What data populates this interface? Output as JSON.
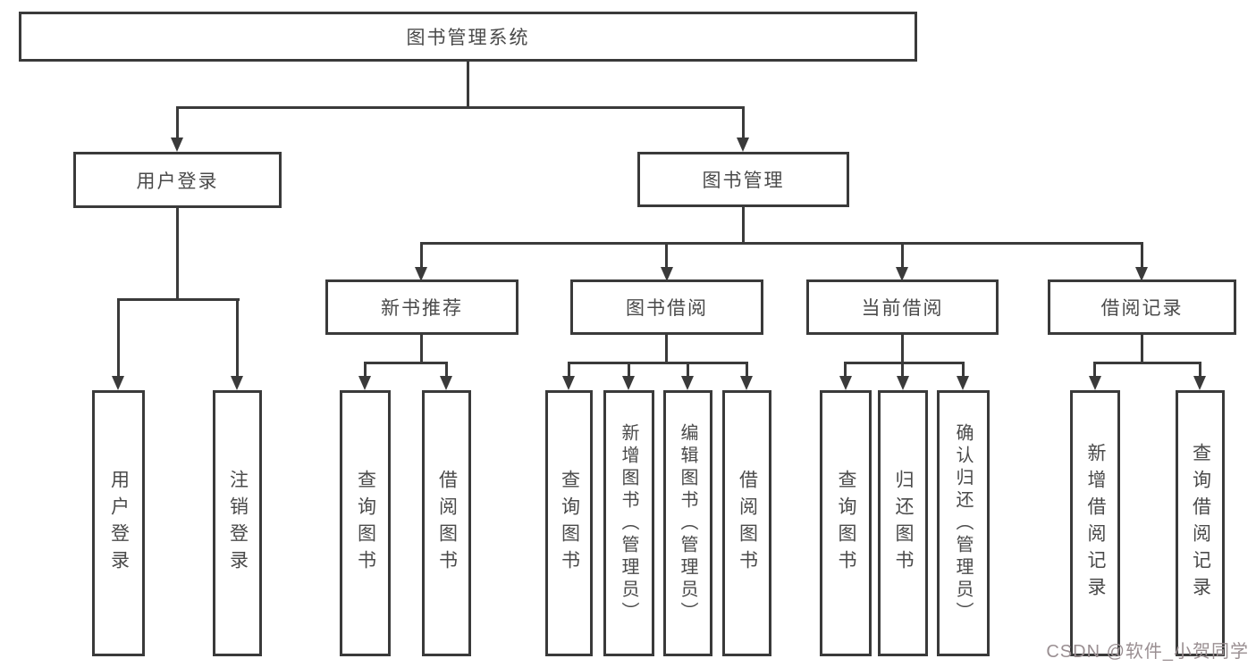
{
  "tree": {
    "root": {
      "label": "图书管理系统",
      "children": [
        {
          "label": "用户登录",
          "children": [
            {
              "label": "用户登录"
            },
            {
              "label": "注销登录"
            }
          ]
        },
        {
          "label": "图书管理",
          "children": [
            {
              "label": "新书推荐",
              "children": [
                {
                  "label": "查询图书"
                },
                {
                  "label": "借阅图书"
                }
              ]
            },
            {
              "label": "图书借阅",
              "children": [
                {
                  "label": "查询图书"
                },
                {
                  "label": "新增图书（管理员）"
                },
                {
                  "label": "编辑图书（管理员）"
                },
                {
                  "label": "借阅图书"
                }
              ]
            },
            {
              "label": "当前借阅",
              "children": [
                {
                  "label": "查询图书"
                },
                {
                  "label": "归还图书"
                },
                {
                  "label": "确认归还（管理员）"
                }
              ]
            },
            {
              "label": "借阅记录",
              "children": [
                {
                  "label": "新增借阅记录"
                },
                {
                  "label": "查询借阅记录"
                }
              ]
            }
          ]
        }
      ]
    }
  },
  "watermark": {
    "text": "CSDN @软件_小贺同学"
  },
  "colors": {
    "line": "#3a3a3a",
    "text": "#4a4a4a",
    "background": "#ffffff",
    "watermark": "#9a8f92"
  }
}
